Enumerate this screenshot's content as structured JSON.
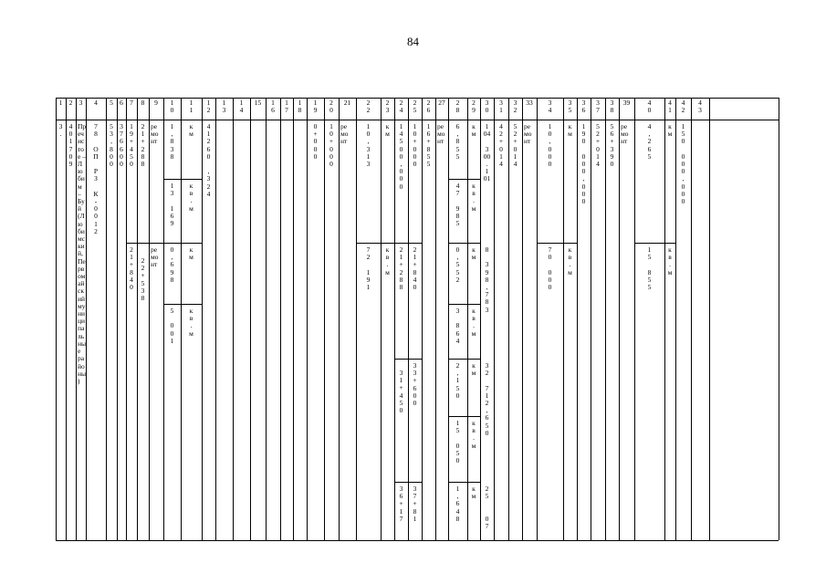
{
  "page_number": "84",
  "header_cells": [
    "1",
    "2",
    "3",
    "4",
    "5",
    "6",
    "7",
    "8",
    "9",
    "1\n0",
    "1\n1",
    "1\n2",
    "1\n3",
    "1\n4",
    "15",
    "1\n6",
    "1\n7",
    "1\n8",
    "1\n9",
    "2\n0",
    "21",
    "2\n2",
    "2\n3",
    "2\n4",
    "2\n5",
    "2\n6",
    "27",
    "2\n8",
    "2\n9",
    "3\n0",
    "3\n1",
    "3\n2",
    "33",
    "3\n4",
    "3\n5",
    "3\n6",
    "3\n7",
    "3\n8",
    "39",
    "4\n0",
    "4\n1",
    "4\n2",
    "4\n3"
  ],
  "row": {
    "c1": "3\n.",
    "c2": "4\n0\n1\n7\n0\n9",
    "c3": "Пр\nеч\nис\nто\nе –\nЛ\nю\nби\nм\n–\nБу\nй\n(Л\nю\nби\nмс\nки\nй,\nПе\nрв\nом\nай\nск\nий\nму\nни\nци\nпа\nль\nны\nе\nра\nйо\nны\n)",
    "c4": "7\n8\n\nО\nП\n\nР\nЗ\n\nК\n-\n0\n0\n1\n2",
    "c5": "5\n3\n,\n8\n0\n0",
    "c6": "3\n7\n6\n6\n0\n0",
    "c7a": "1\n9\n+\n4\n5\n0",
    "c8a": "2\n1\n+\n2\n8\n8",
    "c9a": "ре\nмо\nнт",
    "c10a": "1\n,\n8\n3\n8",
    "c11a": "к\nм",
    "c10b": "1\n3\n\n1\n6\n9",
    "c11b": "к\nв\n.\nм",
    "c12": "4\n1\n2\n6\n0\n\n,\n3\n2\n4",
    "c7b": "2\n1\n+\n8\n4\n0",
    "c8b": "2\n2\n+\n5\n3\n8",
    "c9b": "ре\nмо\nнт",
    "c10c": "0\n,\n6\n9\n8",
    "c11c": "к\nм",
    "c10d": "5\n\n0\n0\n1",
    "c11d": "к\nв\n.\nм",
    "c19": "0\n+\n0\n0\n0",
    "c20": "1\n0\n+\n0\n0\n0",
    "c21": "ре\nмо\nнт",
    "c22a": "1\n0\n,\n3\n1\n3",
    "c23a": "к\nм",
    "c24": "1\n4\n5\n0\n0\n,\n0\n0\n0",
    "c25a": "1\n0\n+\n0\n0\n0",
    "c26a": "1\n6\n+\n8\n5\n5",
    "c27": "ре\nмо\nнт",
    "c28a": "6\n,\n8\n5\n5",
    "c29a": "к\nм",
    "c30a": "1\n04\n\n3\n00\n.\n1\n01",
    "c28b": "4\n7\n\n9\n8\n5",
    "c29b": "к\nв\n.\nм",
    "c31": "4\n2\n+\n0\n1\n4",
    "c32": "5\n2\n+\n0\n1\n4",
    "c33": "ре\nмо\nнт",
    "c34a": "1\n0\n,\n0\n0\n0",
    "c35a": "к\nм",
    "c36": "1\n9\n0\n\n0\n0\n0\n,\n0\n0\n0",
    "c37": "5\n2\n+\n0\n1\n4",
    "c38": "5\n6\n+\n3\n9\n0",
    "c39": "ре\nмо\nнт",
    "c40a": "4\n,\n2\n6\n5",
    "c41a": "к\nм",
    "c42": "1\n5\n0\n\n0\n0\n0\n,\n0\n0\n0",
    "c22b": "7\n2\n\n1\n9\n1",
    "c23b": "к\nв\n.\nм",
    "c25b": "2\n1\n+\n2\n8\n8",
    "c26b": "2\n1\n+\n8\n4\n0",
    "c28c": "0\n,\n5\n5\n2",
    "c29c": "к\nм",
    "c30b": "8\n\n3\n9\n8\n,\n7\n8\n3",
    "c28d": "3\n\n8\n6\n4",
    "c29d": "к\nв\n.\nм",
    "c34b": "7\n0\n\n0\n0\n0",
    "c35b": "к\nв\n.\nм",
    "c40b": "1\n5\n\n8\n5\n5",
    "c41b": "к\nв\n.\nм",
    "c25c": "3\n1\n+\n4\n5\n0",
    "c26c": "3\n3\n+\n6\n0\n0",
    "c28e": "2\n,\n1\n5\n0",
    "c29e": "к\nм",
    "c30c": "3\n2\n\n7\n1\n2\n,\n6\n5\n0",
    "c28f": "1\n5\n\n0\n5\n0",
    "c29f": "к\nв\n.\nм",
    "c25d": "3\n6\n+\n1\n7",
    "c26d": "3\n7\n+\n8\n1",
    "c28g": "1\n,\n6\n4\n8",
    "c29g": "к\nм",
    "c30d": "2\n5\n\n\n0\n7"
  }
}
